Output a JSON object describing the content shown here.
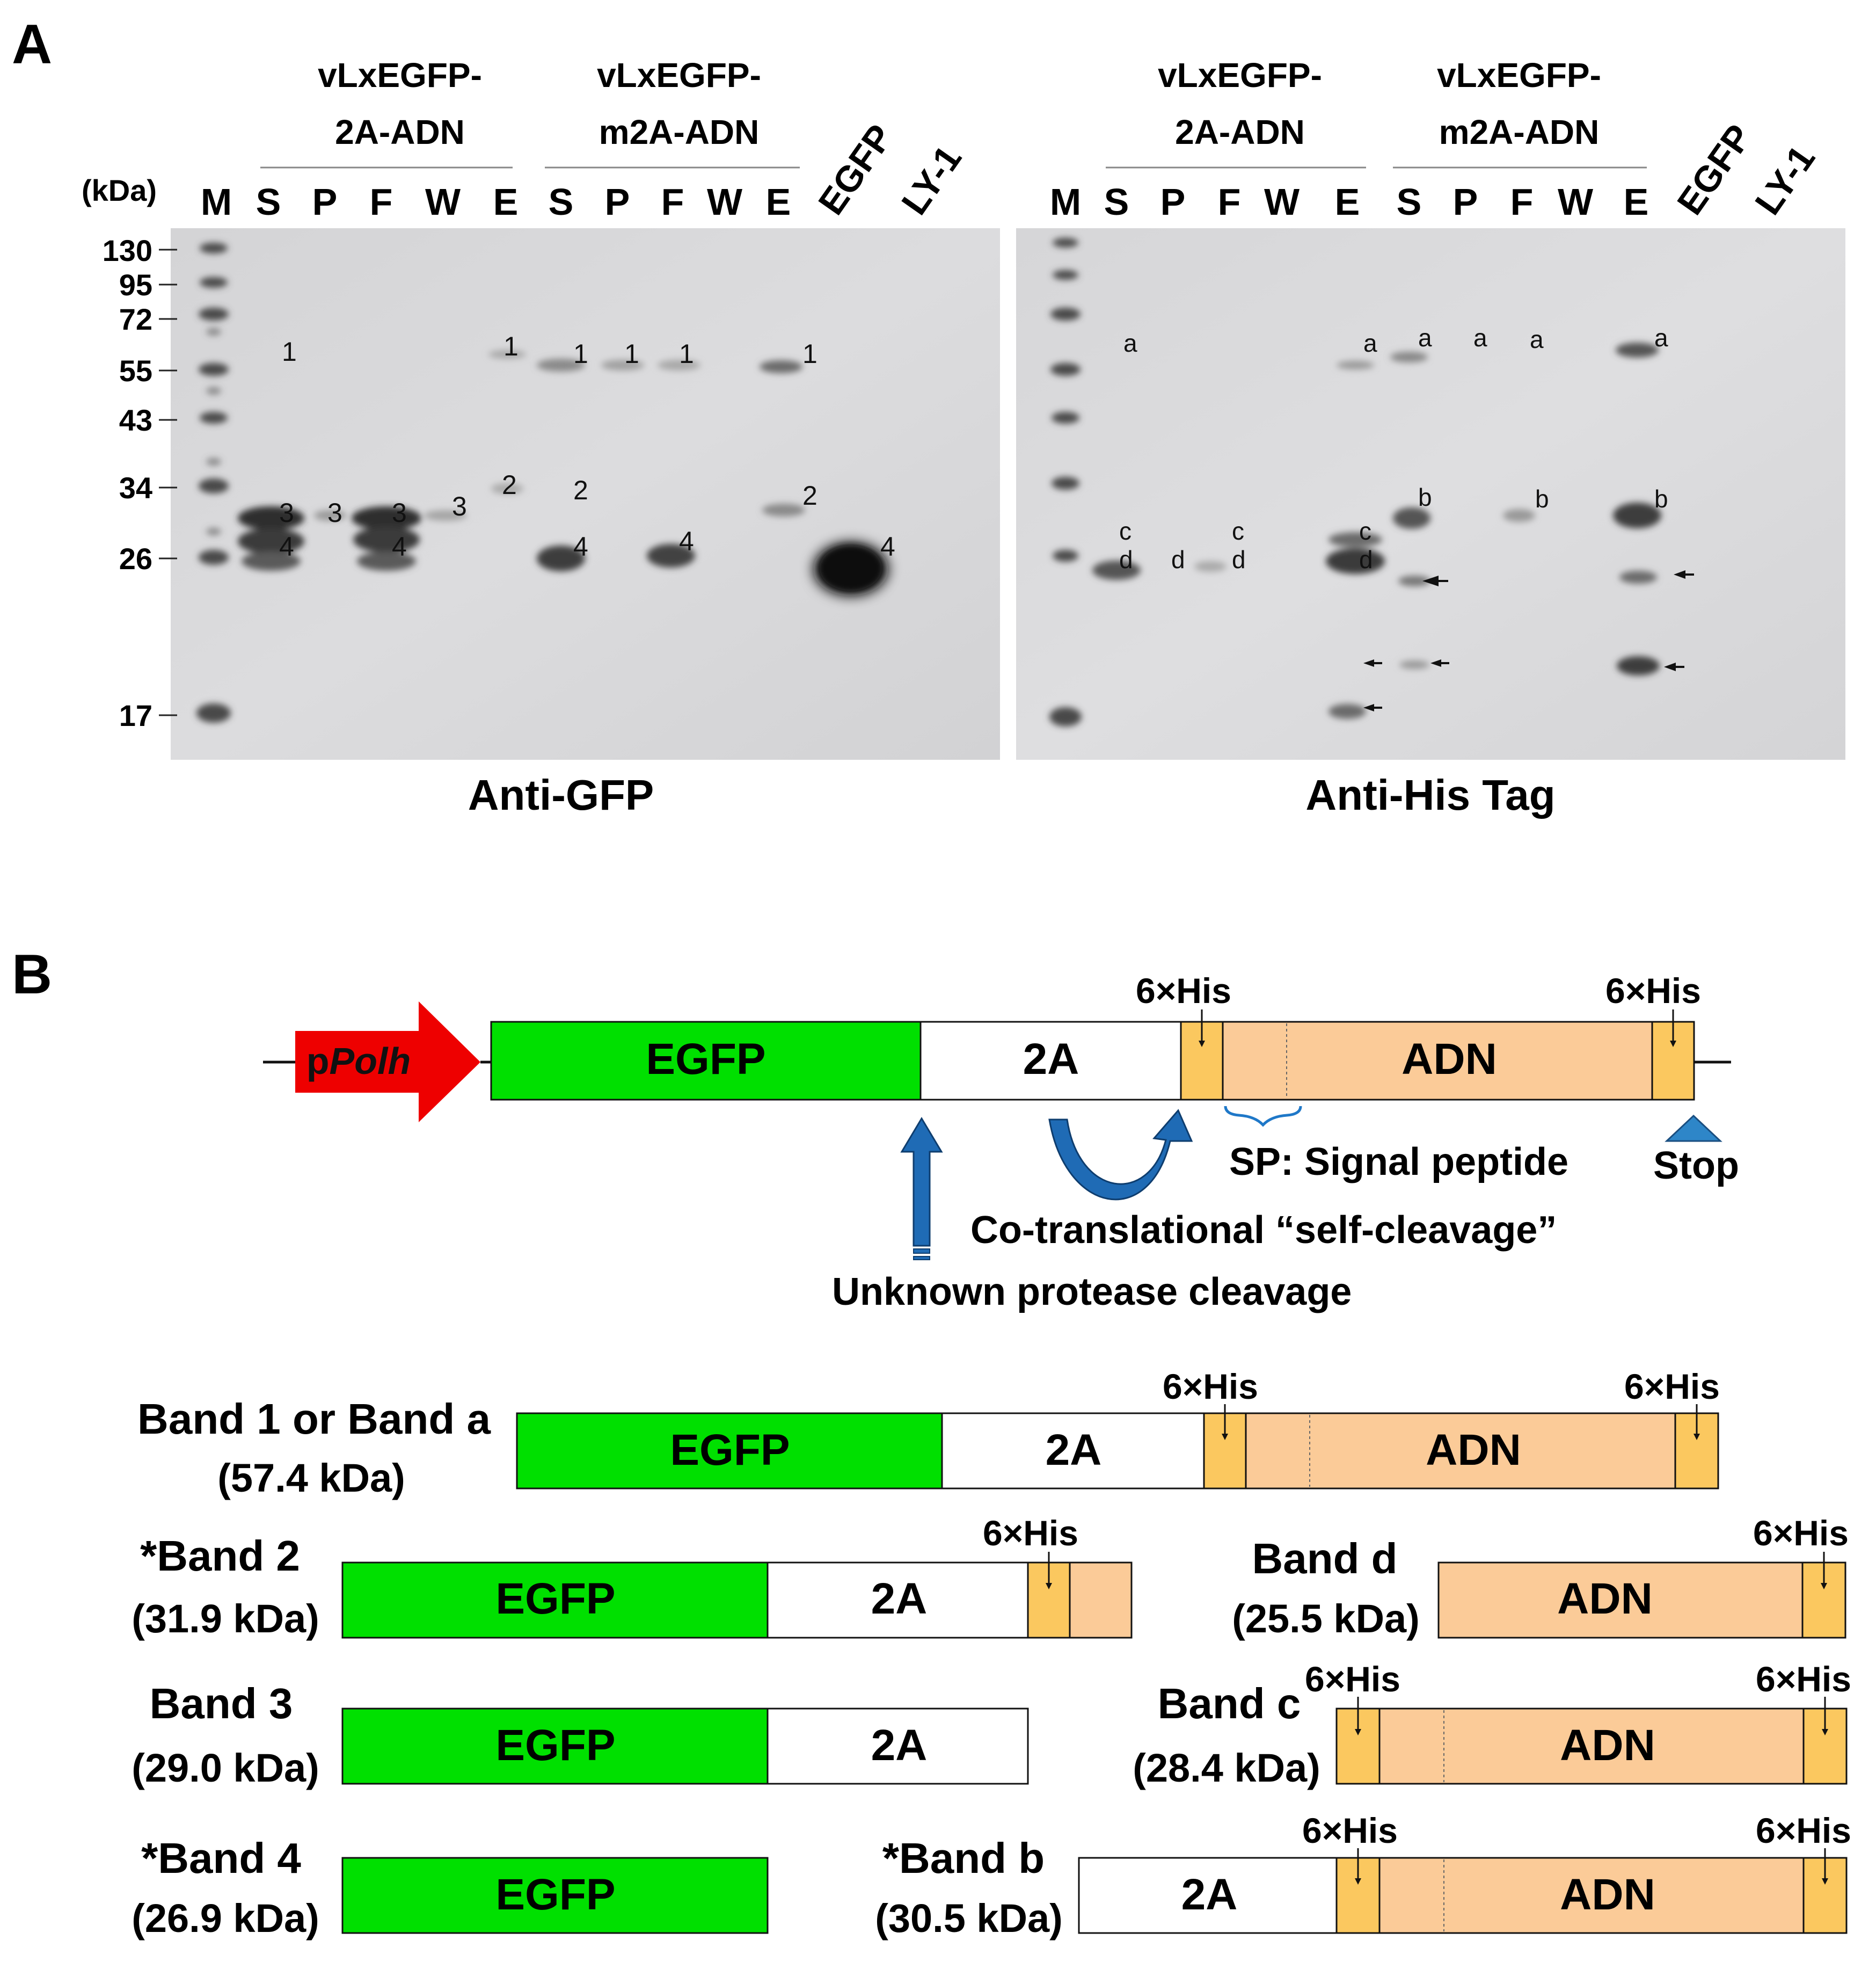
{
  "panel_a": {
    "label": "A",
    "kda_unit": "(kDa)",
    "markers": [
      "130",
      "95",
      "72",
      "55",
      "43",
      "34",
      "26",
      "17"
    ],
    "blot_left": {
      "caption": "Anti-GFP",
      "group1_title": [
        "vLxEGFP-",
        "2A-ADN"
      ],
      "group2_title": [
        "vLxEGFP-",
        "m2A-ADN"
      ],
      "lanes": [
        "M",
        "S",
        "P",
        "F",
        "W",
        "E",
        "S",
        "P",
        "F",
        "W",
        "E"
      ],
      "slanted_lanes": [
        "EGFP",
        "LY-1"
      ],
      "band_labels": [
        "1",
        "1",
        "1",
        "1",
        "1",
        "1",
        "2",
        "2",
        "2",
        "3",
        "3",
        "3",
        "3",
        "4",
        "4",
        "4",
        "4",
        "4"
      ]
    },
    "blot_right": {
      "caption": "Anti-His Tag",
      "group1_title": [
        "vLxEGFP-",
        "2A-ADN"
      ],
      "group2_title": [
        "vLxEGFP-",
        "m2A-ADN"
      ],
      "lanes": [
        "M",
        "S",
        "P",
        "F",
        "W",
        "E",
        "S",
        "P",
        "F",
        "W",
        "E"
      ],
      "slanted_lanes": [
        "EGFP",
        "LY-1"
      ],
      "band_labels": [
        "a",
        "a",
        "a",
        "a",
        "a",
        "a",
        "b",
        "b",
        "b",
        "c",
        "c",
        "c",
        "d",
        "d",
        "d",
        "d"
      ]
    }
  },
  "panel_b": {
    "label": "B",
    "construct": {
      "promoter": {
        "prefix": "p",
        "italic": "Polh"
      },
      "egfp": "EGFP",
      "twoa": "2A",
      "adn": "ADN",
      "his_top_left": "6×His",
      "his_top_right": "6×His",
      "signal_peptide": "SP: Signal peptide",
      "stop": "Stop",
      "self_cleavage": "Co-translational “self-cleavage”",
      "protease": "Unknown protease cleavage"
    },
    "bands": [
      {
        "name": "Band 1 or Band a",
        "mw": "(57.4 kDa)",
        "segments": [
          "EGFP",
          "2A",
          "ADN"
        ],
        "his": [
          "6×His",
          "6×His"
        ]
      },
      {
        "name": "*Band 2",
        "mw": "(31.9 kDa)",
        "segments": [
          "EGFP",
          "2A"
        ],
        "his": [
          "6×His"
        ]
      },
      {
        "name": "Band 3",
        "mw": "(29.0 kDa)",
        "segments": [
          "EGFP",
          "2A"
        ]
      },
      {
        "name": "*Band 4",
        "mw": "(26.9 kDa)",
        "segments": [
          "EGFP"
        ]
      },
      {
        "name": "Band d",
        "mw": "(25.5 kDa)",
        "segments": [
          "ADN"
        ],
        "his": [
          "6×His"
        ]
      },
      {
        "name": "Band c",
        "mw": "(28.4 kDa)",
        "segments": [
          "ADN"
        ],
        "his": [
          "6×His",
          "6×His"
        ]
      },
      {
        "name": "*Band b",
        "mw": "(30.5 kDa)",
        "segments": [
          "2A",
          "ADN"
        ],
        "his": [
          "6×His",
          "6×His"
        ]
      }
    ]
  },
  "colors": {
    "egfp": "#00e000",
    "adn": "#fbcb98",
    "his_tag": "#fbc85f",
    "promoter": "#ee0000",
    "arrow": "#1f6bb5",
    "stop": "#2e86c8",
    "blot_bg": "#d9d9db"
  }
}
